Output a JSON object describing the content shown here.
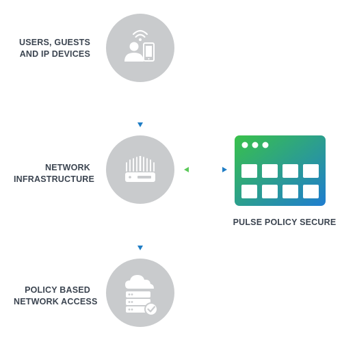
{
  "nodes": [
    {
      "id": "users",
      "label_lines": [
        "USERS, GUESTS",
        "AND IP DEVICES"
      ],
      "icon": "users-wifi-phone-icon"
    },
    {
      "id": "network",
      "label_lines": [
        "NETWORK",
        "INFRASTRUCTURE"
      ],
      "icon": "router-icon"
    },
    {
      "id": "access",
      "label_lines": [
        "POLICY BASED",
        "NETWORK ACCESS"
      ],
      "icon": "cloud-server-check-icon"
    }
  ],
  "policy_secure": {
    "label": "PULSE POLICY SECURE",
    "icon": "app-window-grid-icon"
  },
  "colors": {
    "circle": "#c9cbcd",
    "text": "#3b4450",
    "arrow_green": "#5cc95a",
    "arrow_blue": "#1f7dc5",
    "gradient_start": "#39c14a",
    "gradient_end": "#1f7dd0"
  }
}
